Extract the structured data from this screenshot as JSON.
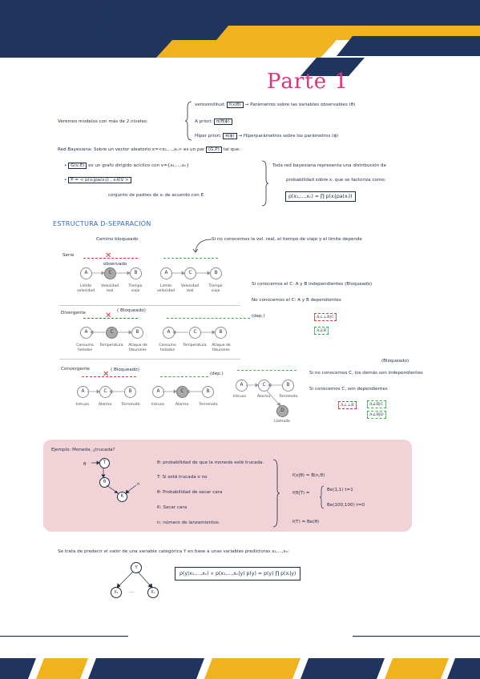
{
  "colors": {
    "navy": "#1f3560",
    "gold": "#f0b21d",
    "title": "#e0337a",
    "section": "#2f66c9",
    "pink": "#f1d3d7",
    "red": "#e03a3a",
    "green": "#38b24a"
  },
  "title": "Parte 1",
  "intro": {
    "lead": "Veremos modelos con más de 2 niveles:",
    "verosimilitud_label": "verosimilitud:",
    "verosimilitud_formula": "f(x|θ)",
    "verosimilitud_desc": "Parámetros sobre las variables observables (θ)",
    "a_priori_label": "A priori:",
    "a_priori_formula": "π(θ|ϕ)",
    "hiper_label": "Híper priori:",
    "hiper_formula": "π(ϕ)",
    "hiper_desc": "Hiperparámetros sobre los parámetros (ϕ)"
  },
  "red": {
    "lead": "Red Bayesiana: Sobre un vector aleatorio x=<x₁,...,xₙ> es un par",
    "pair": "(G,P)",
    "tal": "tal que:",
    "b1_box": "G(v,E)",
    "b1": "es un grafo dirigido acíclico con v={x₁,...,xₙ}",
    "b2_box": "P = < p(xᵢ|pa(xᵢ)) , xᵢ∈V >",
    "b2_note": "conjunto de padres de xᵢ de acuerdo con E",
    "right1": "Toda red bayesiana representa una distribución de",
    "right2": "probabilidad sobre x, que se factoriza como:",
    "right_formula": "p(x₁,...,xₙ) = ∏ p(xᵢ|pa(xᵢ))"
  },
  "dsep": {
    "heading": "ESTRUCTURA D-SEPARACIÓN",
    "camino": "Camino bloqueado",
    "note": "Si no conocemos la vel. real, el tiempo de viaje y el límite depende",
    "serie": {
      "label": "Serie",
      "observado": "observado",
      "nodes": [
        "A",
        "C",
        "B"
      ],
      "captions": [
        "Límite velocidad",
        "Velocidad real",
        "Tiempo viaje"
      ],
      "t1": "Si conocemos el C: A y B independientes (Bloqueado)",
      "t2": "No conocemos el C: A y B dependientes",
      "box1": "A⊥⊥B|C",
      "box2": "A⊥̸B"
    },
    "divergente": {
      "label": "Divergente",
      "bloqueado": "( Bloqueado)",
      "dep": "(dep.)",
      "nodes": [
        "A",
        "C",
        "B"
      ],
      "captions": [
        "Consumo helados",
        "Temperatura",
        "Ataque de tiburones"
      ]
    },
    "convergente": {
      "label": "Convergente",
      "bloqueado": "( Bloqueado)",
      "dep": "(dep.)",
      "bloq_top": "(Bloqueado)",
      "nodes": [
        "A",
        "C",
        "B"
      ],
      "captions": [
        "Intruso",
        "Alarma",
        "Terremoto"
      ],
      "extra_node": "D",
      "extra_caption": "Llamada",
      "t1": "Si no conocemos C, los demás son independientes",
      "t2": "Si conocemos C, son dependientes",
      "box1": "A⊥⊥B",
      "box2": "A⊥̸B|C",
      "box3": "A⊥̸B|D"
    }
  },
  "ejemplo": {
    "title": "Ejemplo: Moneda, ¿trucada?",
    "theta": "θ",
    "T": "T",
    "theta2": "θ",
    "K": "K",
    "n": "n",
    "items": [
      "θ: probabilidad de que la moneda esté trucada.",
      "T: Si está trucada o no",
      "θ: Probabilidad de sacar cara",
      "K: Sacar cara",
      "n: número de lanzamientos."
    ],
    "dist1": "f(x|θ) = B(n,θ)",
    "dist2_lhs": "f(θ|T) =",
    "dist2_a": "Be(1,1)   t=1",
    "dist2_b": "Be(100,100)   t=0",
    "dist3": "f(T) = Be(θ)"
  },
  "naive": {
    "text": "Se trata de predecir el valor de una variable categórica Y en base a unas variables predictoras x₁,...,xₙ:",
    "root": "Y",
    "leaf1": "X₁",
    "dots": "...",
    "leaf2": "Xₙ",
    "formula": "p(y|x₁,...,xₙ) ∝ p(x₁,...,xₙ|y) p(y) = p(y) ∏ p(xᵢ|y)"
  }
}
